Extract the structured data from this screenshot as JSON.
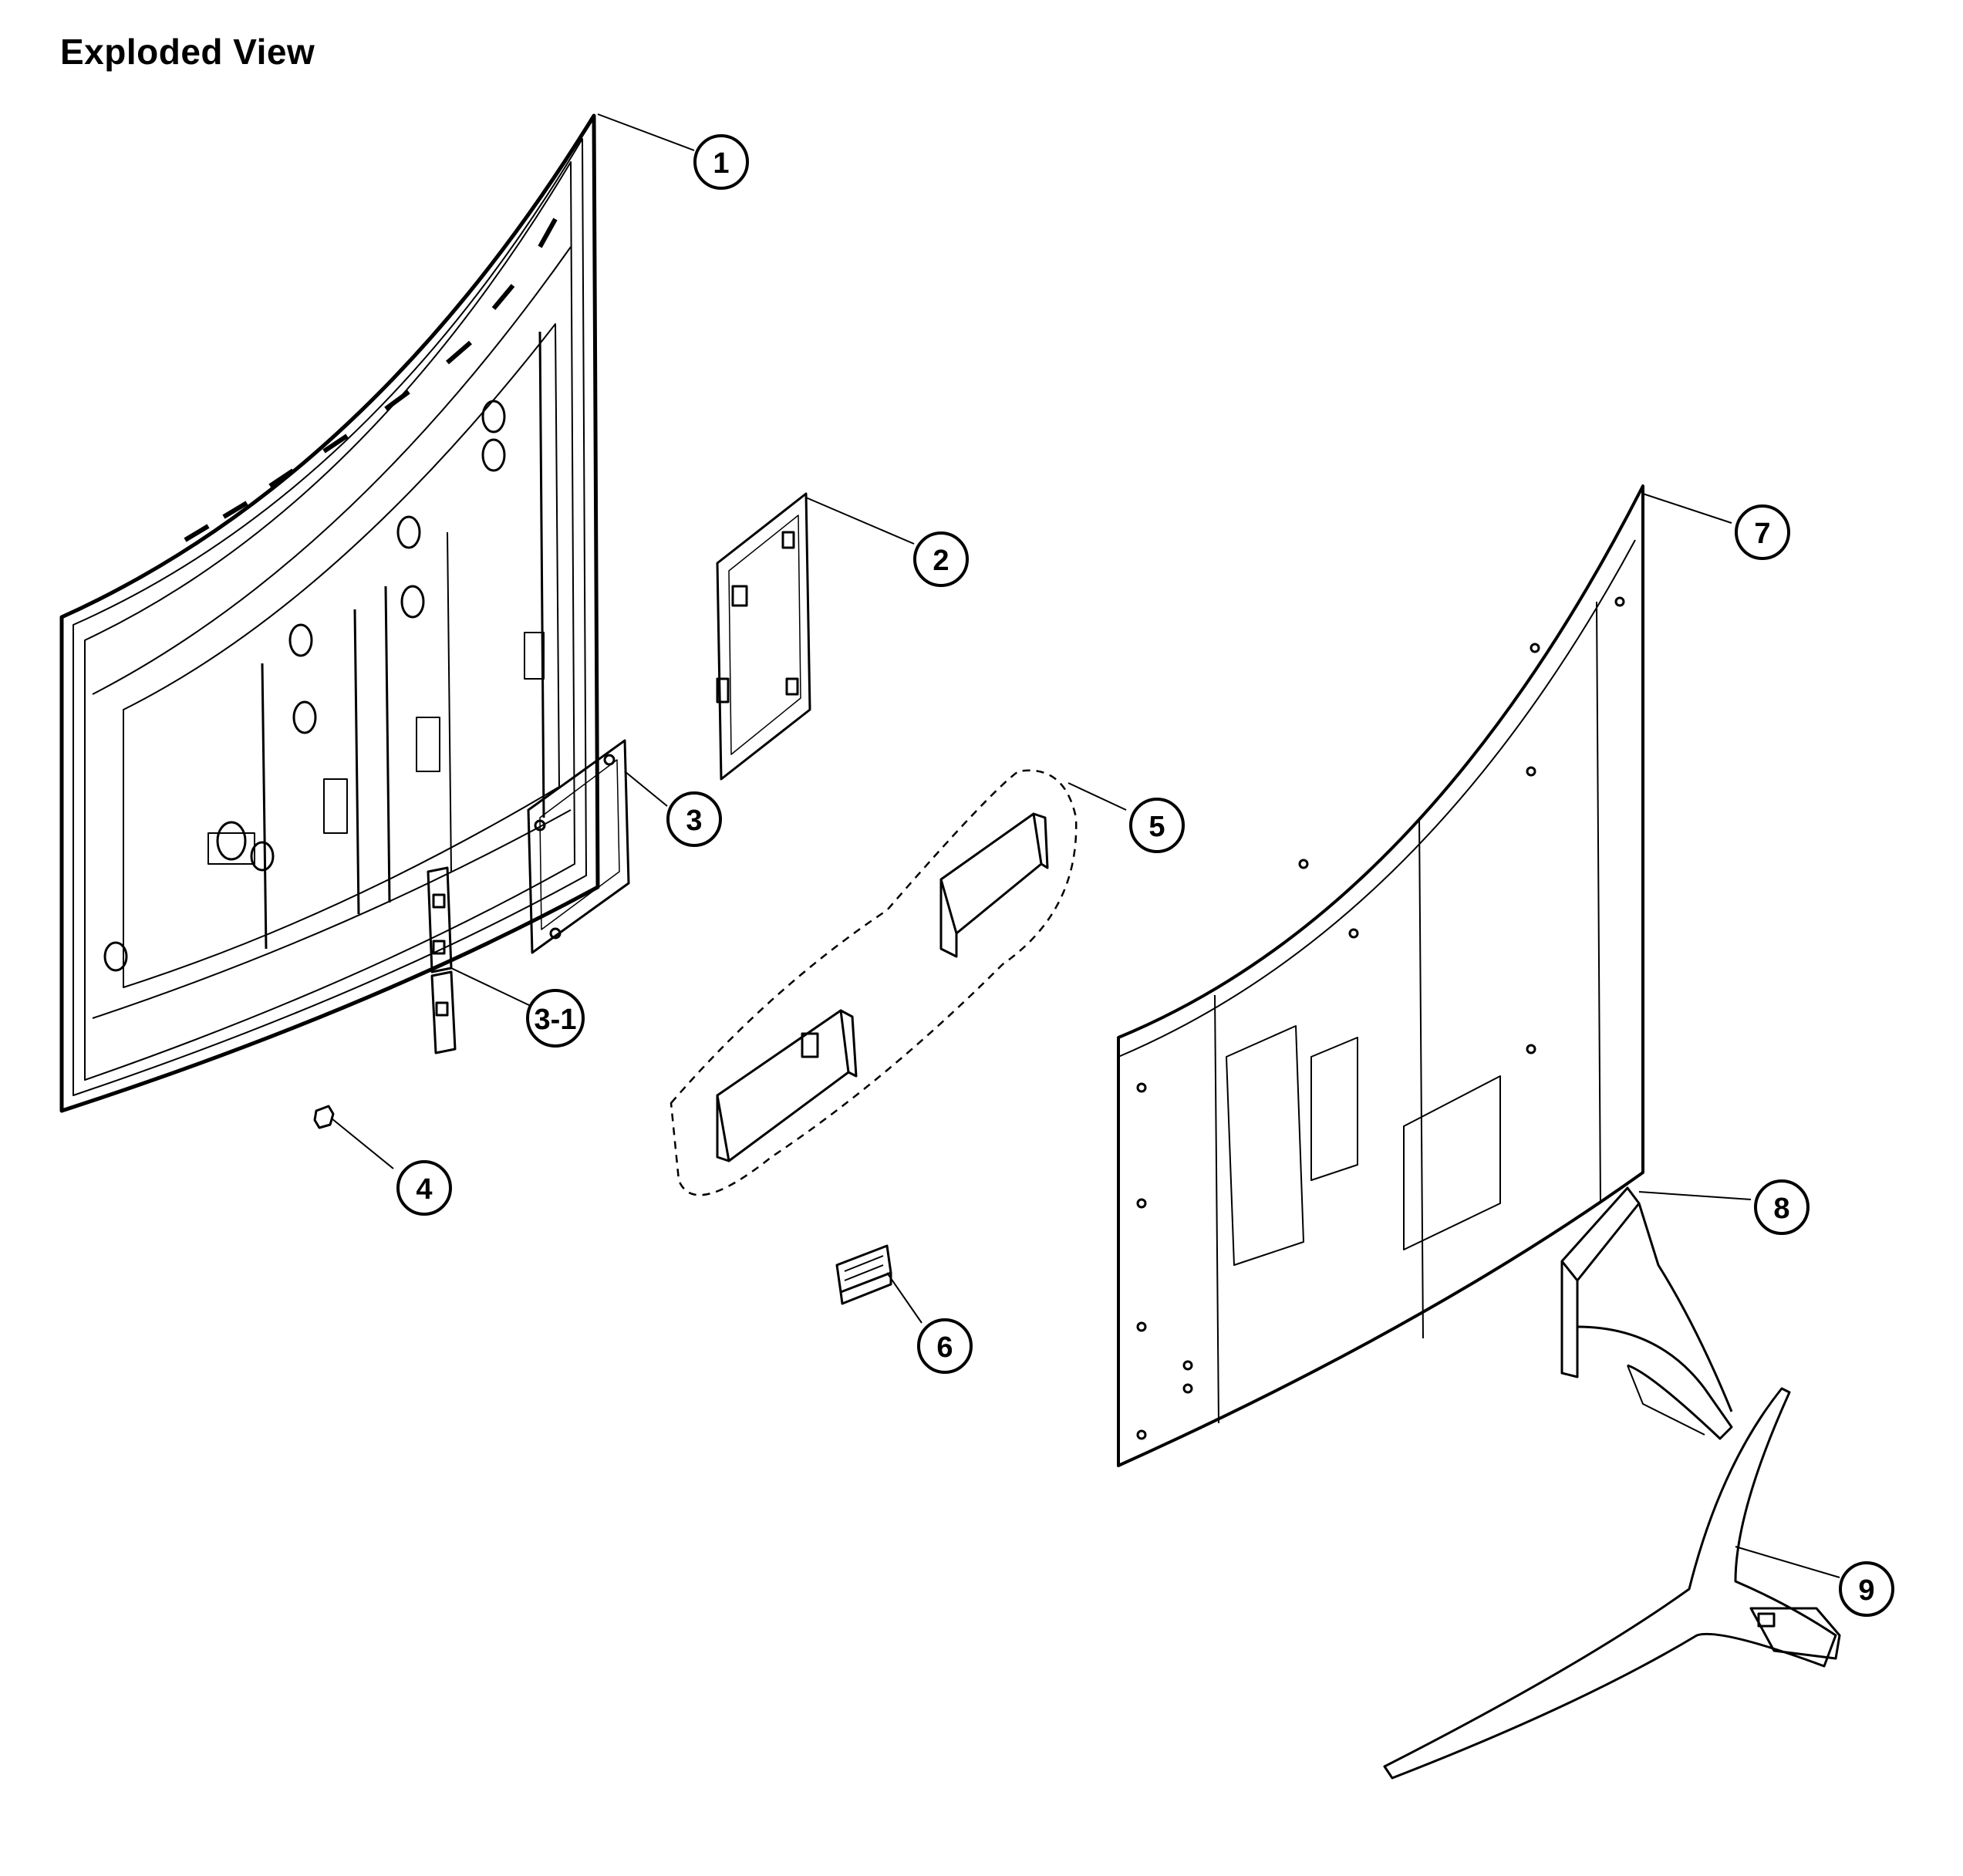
{
  "title": "Exploded View",
  "callouts": [
    {
      "id": "1",
      "label": "1"
    },
    {
      "id": "2",
      "label": "2"
    },
    {
      "id": "3",
      "label": "3"
    },
    {
      "id": "3-1",
      "label": "3-1"
    },
    {
      "id": "4",
      "label": "4"
    },
    {
      "id": "5",
      "label": "5"
    },
    {
      "id": "6",
      "label": "6"
    },
    {
      "id": "7",
      "label": "7"
    },
    {
      "id": "8",
      "label": "8"
    },
    {
      "id": "9",
      "label": "9"
    }
  ],
  "colors": {
    "line": "#000000",
    "fill": "#ffffff",
    "shade": "#222222"
  }
}
